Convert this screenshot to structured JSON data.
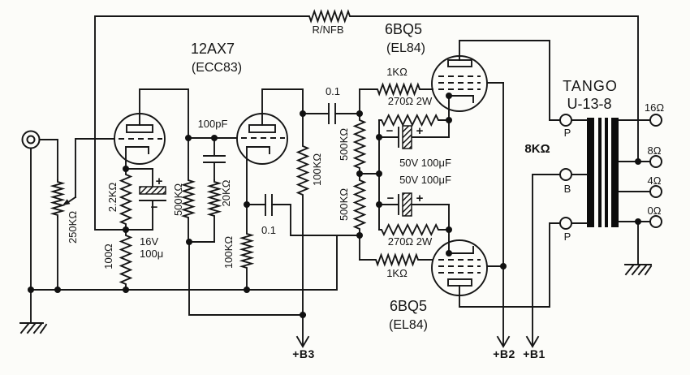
{
  "schematic": {
    "feedback": {
      "resistor_label": "R/NFB"
    },
    "signs": {
      "plus": "+",
      "minus": "−"
    },
    "input_stage": {
      "tube": "12AX7",
      "tube_alt": "(ECC83)",
      "volume_pot": "250KΩ",
      "cathode_resistor": "2.2KΩ",
      "tail_resistor": "100Ω",
      "bypass_cap_voltage": "16V",
      "bypass_cap_value": "100μ",
      "plate_load": "500KΩ",
      "step_cap": "100pF",
      "step_resistor": "20KΩ"
    },
    "driver_stage": {
      "plate_load": "100KΩ",
      "cathode_load": "100KΩ"
    },
    "coupling": {
      "cap_upper": "0.1",
      "cap_lower": "0.1",
      "grid_leak_upper": "500KΩ",
      "grid_leak_lower": "500KΩ"
    },
    "output_stage": {
      "tube_upper": "6BQ5",
      "tube_upper_alt": "(EL84)",
      "tube_lower": "6BQ5",
      "tube_lower_alt": "(EL84)",
      "grid_stopper_upper": "1KΩ",
      "grid_stopper_lower": "1KΩ",
      "cathode_resistor_upper": "270Ω 2W",
      "cathode_resistor_lower": "270Ω 2W",
      "cathode_cap_upper": "50V 100μF",
      "cathode_cap_lower": "50V 100μF"
    },
    "transformer": {
      "brand": "TANGO",
      "model": "U-13-8",
      "primary_impedance": "8KΩ",
      "terminal_p_top": "P",
      "terminal_b": "B",
      "terminal_p_bottom": "P",
      "taps": [
        "16Ω",
        "8Ω",
        "4Ω",
        "0Ω"
      ]
    },
    "supply": {
      "b1": "+B1",
      "b2": "+B2",
      "b3": "+B3"
    }
  }
}
